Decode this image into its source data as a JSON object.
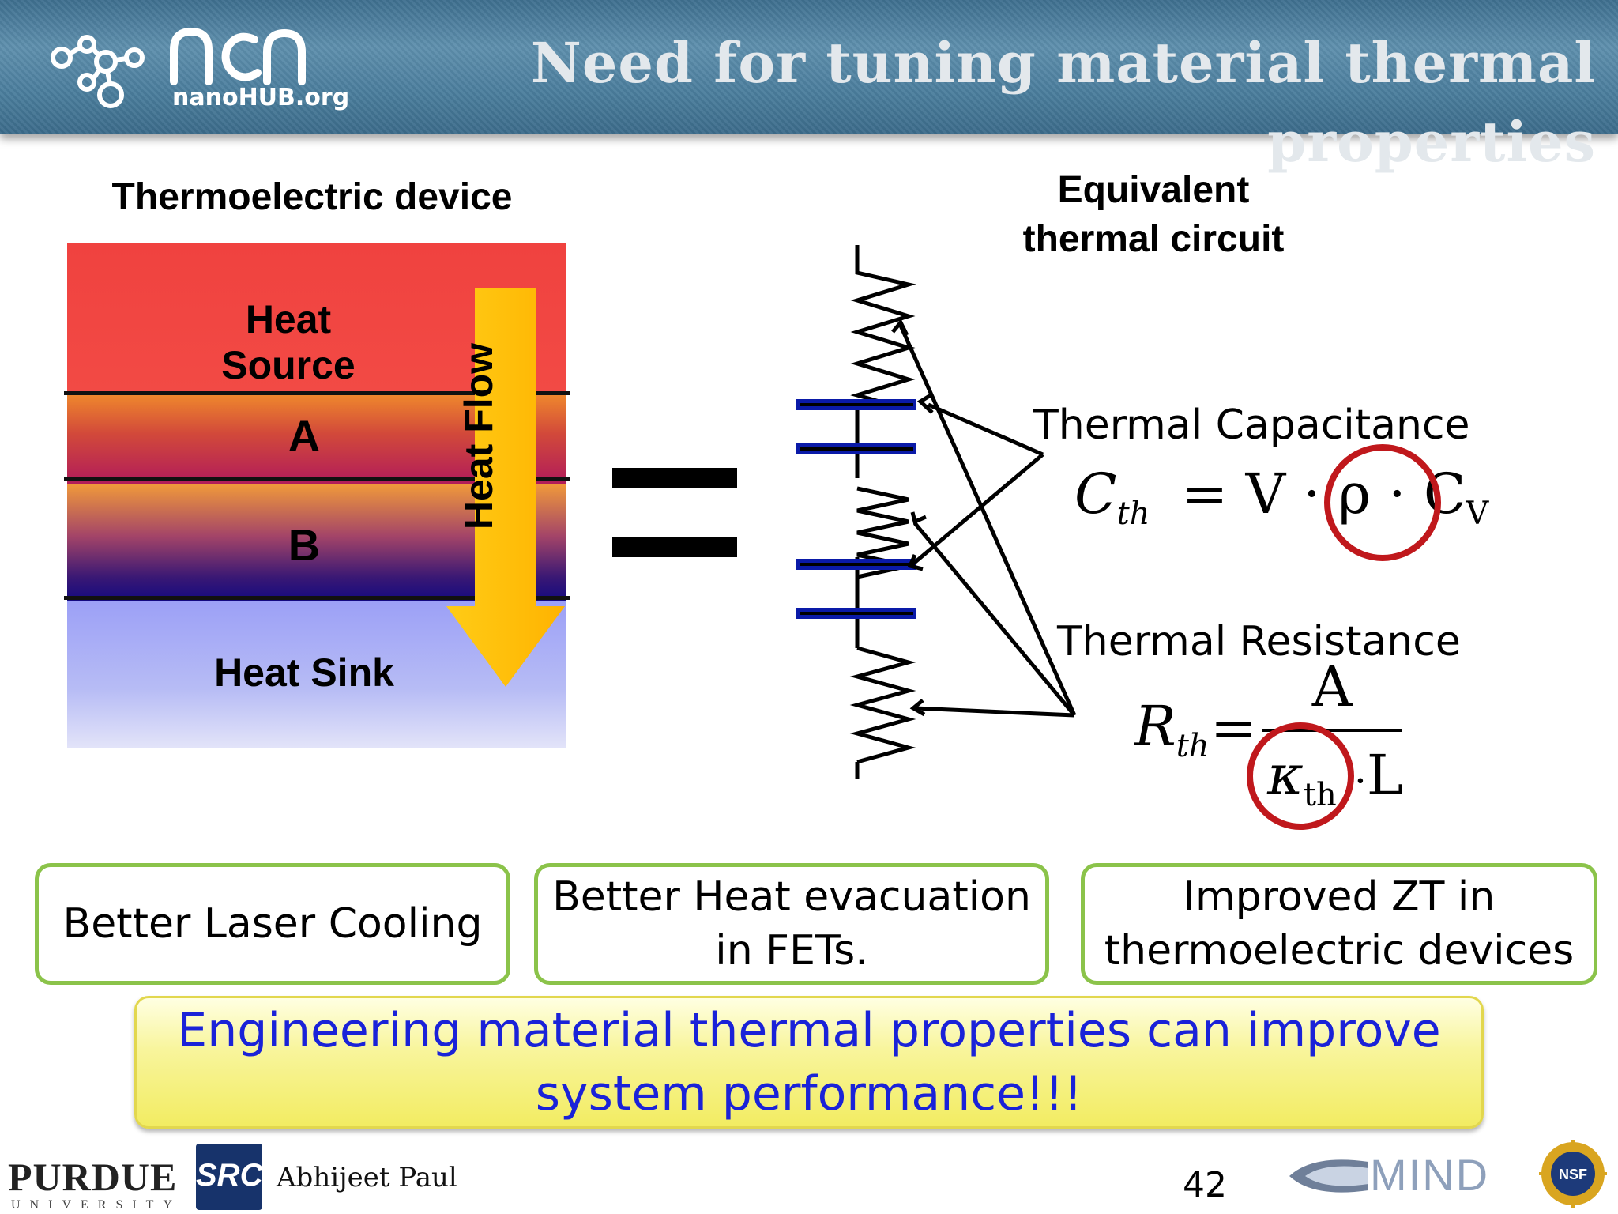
{
  "header": {
    "title": "Need for tuning material thermal properties",
    "logo_text": "nanoHUB.org"
  },
  "device": {
    "heading": "Thermoelectric device",
    "heat_source": "Heat Source",
    "layer_a": "A",
    "layer_b": "B",
    "heat_sink": "Heat Sink",
    "heat_flow": "Heat Flow"
  },
  "circuit": {
    "heading_line1": "Equivalent",
    "heading_line2": "thermal circuit"
  },
  "capacitance": {
    "label": "Thermal Capacitance",
    "lhs": "C",
    "lhs_sub": "th",
    "eq": "= V · ρ ·",
    "cv": "C",
    "cv_sub": "V"
  },
  "resistance": {
    "label": "Thermal Resistance",
    "lhs": "R",
    "lhs_sub": "th",
    "eq": "=",
    "numerator": "A",
    "kappa": "κ",
    "kappa_sub": "th",
    "dot": "·",
    "length": "L"
  },
  "benefits": [
    {
      "text": "Better Laser Cooling"
    },
    {
      "line1": "Better Heat evacuation",
      "line2": "in FETs."
    },
    {
      "line1": "Improved ZT in",
      "line2": "thermoelectric devices"
    }
  ],
  "callout": {
    "line1": "Engineering material thermal properties can improve",
    "line2": "system performance!!!"
  },
  "footer": {
    "purdue": "PURDUE",
    "purdue_sub": "UNIVERSITY",
    "src": "SRC",
    "author": "Abhijeet Paul",
    "page": "42",
    "mind": "MIND",
    "nsf": "NSF"
  },
  "colors": {
    "header": "#4a7d9c",
    "heat_source": "#f24a45",
    "heat_sink": "#b7bcf5",
    "arrow_fill": "#ffc107",
    "capacitor": "#0a1aa8",
    "highlight_circle": "#c0181c",
    "box_border": "#8bc34a",
    "callout_text": "#1a22d8"
  }
}
